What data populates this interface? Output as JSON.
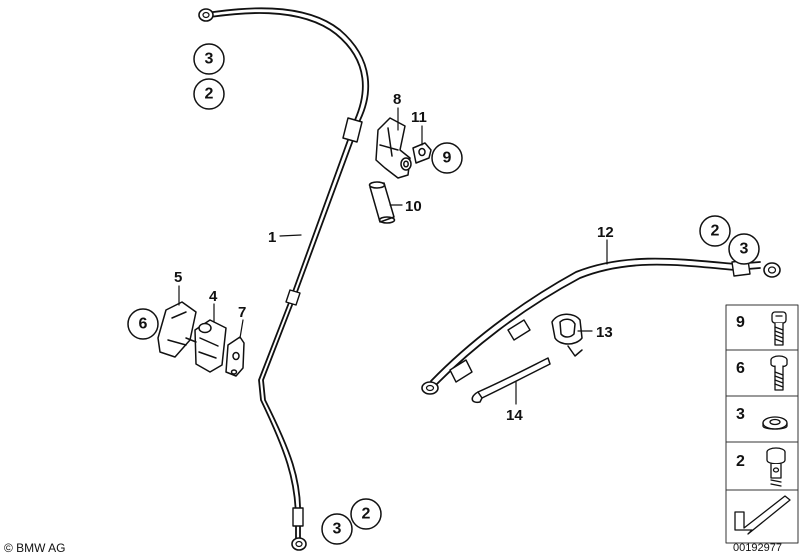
{
  "callouts": {
    "c1": "1",
    "c2a": "2",
    "c3a": "3",
    "c2b": "2",
    "c3b": "3",
    "c2c": "2",
    "c3c": "3",
    "c4": "4",
    "c5": "5",
    "c6": "6",
    "c7": "7",
    "c8": "8",
    "c9": "9",
    "c10": "10",
    "c11": "11",
    "c12": "12",
    "c13": "13",
    "c14": "14"
  },
  "legend": {
    "items": [
      {
        "label": "9",
        "icon": "bolt-long-icon"
      },
      {
        "label": "6",
        "icon": "bolt-medium-icon"
      },
      {
        "label": "3",
        "icon": "washer-icon"
      },
      {
        "label": "2",
        "icon": "banjo-bolt-icon"
      }
    ]
  },
  "footer": {
    "copyright": "© BMW AG",
    "doc_number": "00192977"
  }
}
